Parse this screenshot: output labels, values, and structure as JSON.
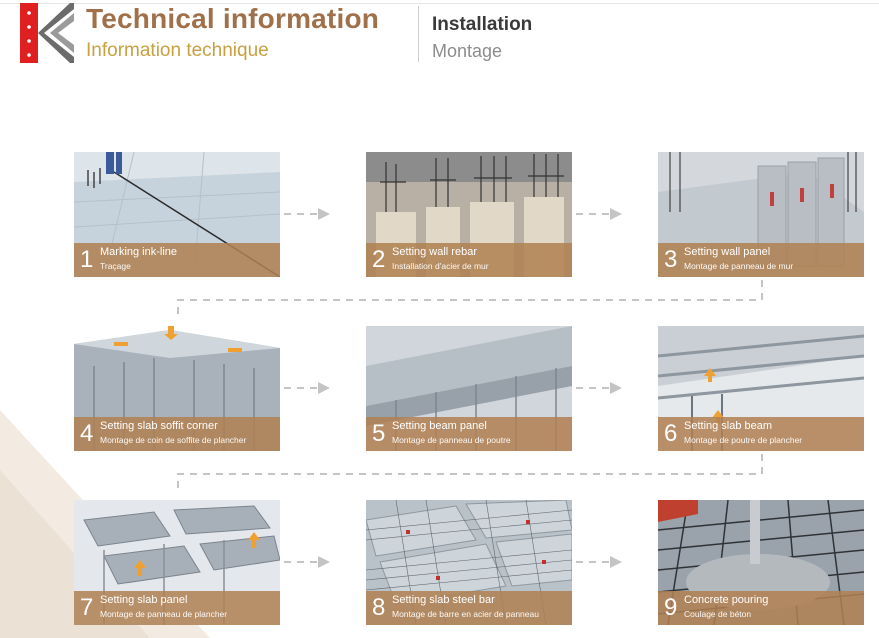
{
  "header": {
    "title_en": "Technical information",
    "title_fr": "Information technique",
    "section_en": "Installation",
    "section_fr": "Montage"
  },
  "colors": {
    "title": "#a0704a",
    "title_fr": "#c8a040",
    "caption_bg": "#b08052",
    "logo_red": "#e02020",
    "logo_gray": "#6b6b6b"
  },
  "steps": [
    {
      "num": "1",
      "en": "Marking ink-line",
      "fr": "Traçage"
    },
    {
      "num": "2",
      "en": "Setting wall rebar",
      "fr": "Installation d'acier de mur"
    },
    {
      "num": "3",
      "en": "Setting wall panel",
      "fr": "Montage de panneau de mur"
    },
    {
      "num": "4",
      "en": "Setting slab soffit corner",
      "fr": "Montage de coin de soffite de plancher"
    },
    {
      "num": "5",
      "en": "Setting beam panel",
      "fr": "Montage de panneau de poutre"
    },
    {
      "num": "6",
      "en": "Setting slab beam",
      "fr": "Montage de poutre de plancher"
    },
    {
      "num": "7",
      "en": "Setting slab panel",
      "fr": "Montage de panneau de plancher"
    },
    {
      "num": "8",
      "en": "Setting slab steel bar",
      "fr": "Montage de barre en acier de panneau"
    },
    {
      "num": "9",
      "en": "Concrete pouring",
      "fr": "Coulage de béton"
    }
  ]
}
